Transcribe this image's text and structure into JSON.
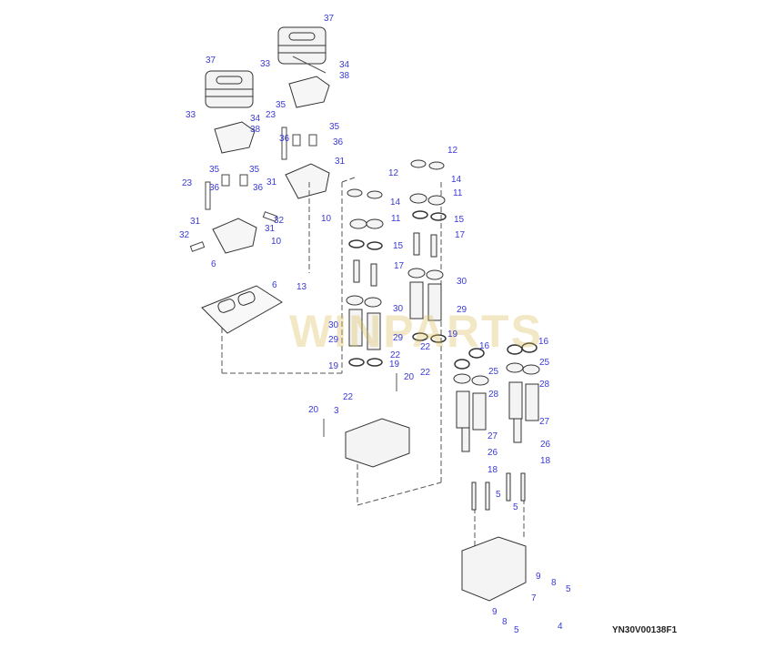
{
  "diagram": {
    "caption": "YN30V00138F1",
    "watermark": "WINPARTS",
    "callouts": [
      "37",
      "34",
      "38",
      "33",
      "37",
      "33",
      "34",
      "38",
      "35",
      "23",
      "36",
      "35",
      "36",
      "31",
      "10",
      "35",
      "35",
      "23",
      "36",
      "36",
      "31",
      "32",
      "31",
      "31",
      "10",
      "32",
      "6",
      "6",
      "13",
      "12",
      "12",
      "14",
      "11",
      "14",
      "11",
      "15",
      "15",
      "17",
      "17",
      "30",
      "30",
      "29",
      "30",
      "29",
      "29",
      "19",
      "22",
      "22",
      "19",
      "19",
      "20",
      "22",
      "22",
      "20",
      "3",
      "16",
      "16",
      "25",
      "25",
      "28",
      "28",
      "27",
      "27",
      "26",
      "26",
      "18",
      "18",
      "5",
      "5",
      "9",
      "8",
      "5",
      "7",
      "9",
      "8",
      "5",
      "4"
    ],
    "colors": {
      "callout": "#3a3ad8",
      "line": "#333333"
    }
  }
}
